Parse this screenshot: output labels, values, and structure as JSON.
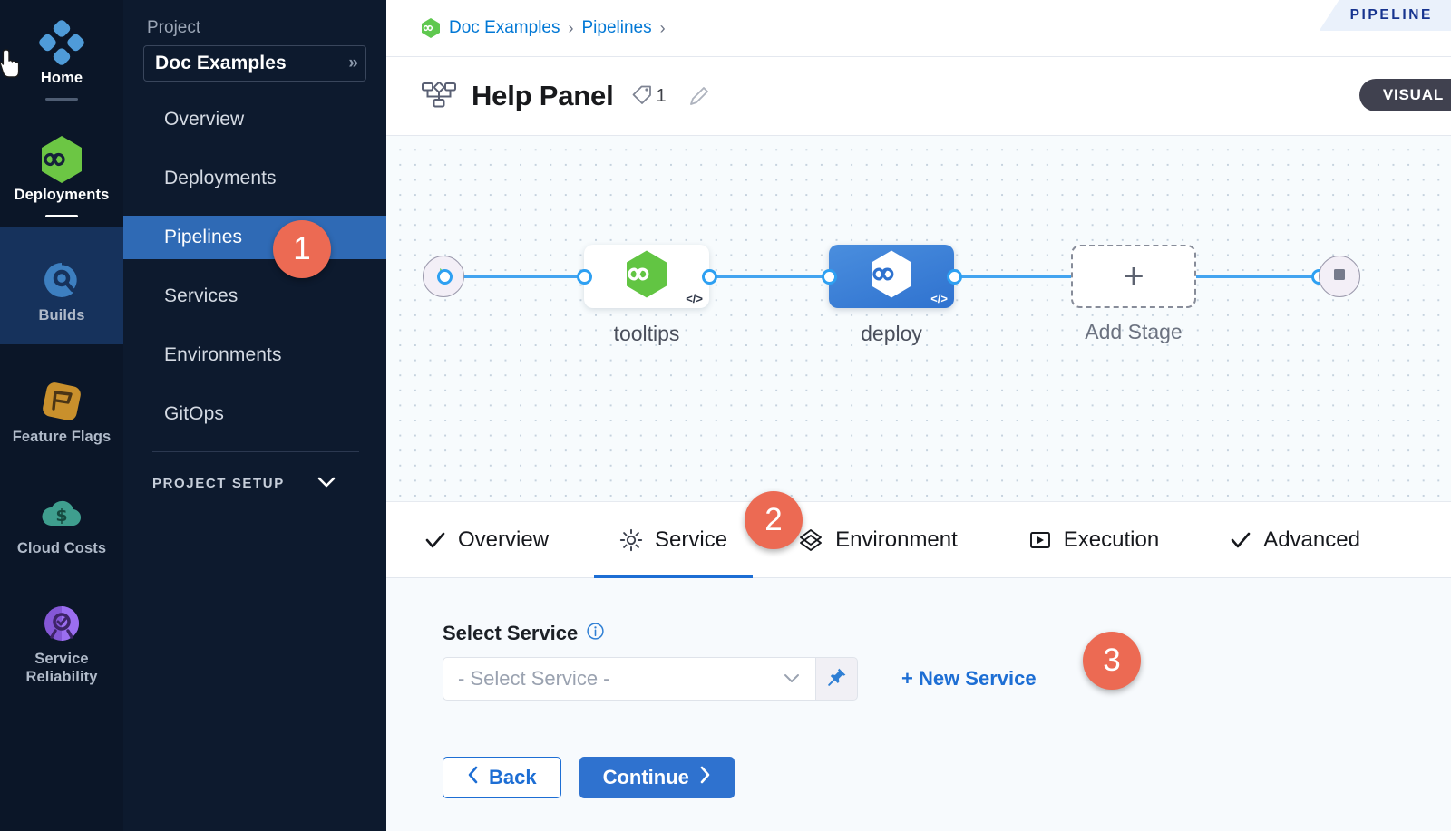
{
  "rail": {
    "items": [
      {
        "label": "Home",
        "icon": "home-diamond-icon",
        "state": "active",
        "underline": "dim"
      },
      {
        "label": "Deployments",
        "icon": "deployments-hexagon-icon",
        "state": "active",
        "underline": "bright"
      },
      {
        "label": "Builds",
        "icon": "builds-circle-icon",
        "state": "highlighted",
        "underline": "none"
      },
      {
        "label": "Feature Flags",
        "icon": "feature-flags-icon",
        "state": "normal",
        "underline": "none"
      },
      {
        "label": "Cloud Costs",
        "icon": "cloud-costs-icon",
        "state": "normal",
        "underline": "none"
      },
      {
        "label": "Service Reliability",
        "icon": "service-reliability-icon",
        "state": "normal",
        "underline": "none"
      }
    ]
  },
  "sidebar": {
    "project_label": "Project",
    "project_name": "Doc Examples",
    "project_chevron": "»",
    "items": [
      {
        "label": "Overview",
        "active": false
      },
      {
        "label": "Deployments",
        "active": false
      },
      {
        "label": "Pipelines",
        "active": true
      },
      {
        "label": "Services",
        "active": false
      },
      {
        "label": "Environments",
        "active": false
      },
      {
        "label": "GitOps",
        "active": false
      }
    ],
    "setup_label": "PROJECT SETUP",
    "setup_chevron": "chevron-down-icon"
  },
  "breadcrumb": {
    "items": [
      "Doc Examples",
      "Pipelines"
    ],
    "separator": "›",
    "trailing_separator": "›"
  },
  "ribbon": {
    "text": "PIPELINE"
  },
  "title_bar": {
    "icon": "pipeline-flow-icon",
    "title": "Help Panel",
    "tag_icon": "tag-icon",
    "tag_count": "1",
    "edit_icon": "pencil-edit-icon",
    "mode_badge": "VISUAL"
  },
  "canvas": {
    "start_node": {
      "icon": "play-icon"
    },
    "end_node": {
      "icon": "stop-square-icon"
    },
    "stages": [
      {
        "label": "tooltips",
        "type": "light",
        "icon": "green-hexagon-infinity-icon",
        "code_badge": "</>"
      },
      {
        "label": "deploy",
        "type": "blue",
        "icon": "white-hexagon-infinity-icon",
        "code_badge": "</>"
      }
    ],
    "add_stage": {
      "label": "Add Stage",
      "glyph": "+"
    }
  },
  "tabs": [
    {
      "label": "Overview",
      "icon": "check-icon",
      "selected": false
    },
    {
      "label": "Service",
      "icon": "gear-icon",
      "selected": true
    },
    {
      "label": "Environment",
      "icon": "layers-diamond-icon",
      "selected": false
    },
    {
      "label": "Execution",
      "icon": "play-box-icon",
      "selected": false
    },
    {
      "label": "Advanced",
      "icon": "check-icon",
      "selected": false
    }
  ],
  "form": {
    "field_label": "Select Service",
    "info_icon": "info-icon",
    "select_placeholder": "- Select Service -",
    "select_chevron": "chevron-down-icon",
    "pin_icon": "pin-icon",
    "new_service_label": "+ New Service",
    "back_label": "Back",
    "back_chevron": "‹",
    "continue_label": "Continue",
    "continue_chevron": "›"
  },
  "callouts": [
    {
      "number": "1",
      "target": "sidebar-item-pipelines"
    },
    {
      "number": "2",
      "target": "tab-service"
    },
    {
      "number": "3",
      "target": "new-service-link"
    }
  ],
  "colors": {
    "rail_bg": "#0b1628",
    "sidebar_bg": "#0d1a2e",
    "accent_blue": "#1d6ed4",
    "active_nav_blue": "#2f6ab5",
    "callout_coral": "#ec6a53",
    "deployments_green": "#5fc84f",
    "edge_blue": "#43a4f0",
    "canvas_bg": "#f7fbfd",
    "form_bg": "#f7fafd"
  }
}
